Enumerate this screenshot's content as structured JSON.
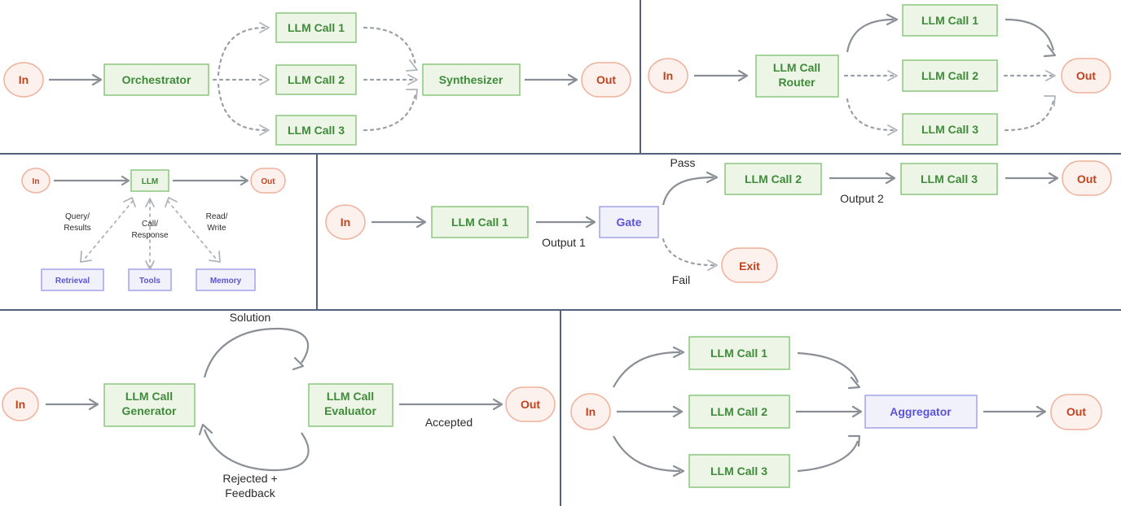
{
  "theme": {
    "panel_border": "#51627a",
    "green_fill": "#ecf5e6",
    "green_stroke": "#8cc77f",
    "green_text": "#3f8b3a",
    "purple_fill": "#f1f1fc",
    "purple_stroke": "#a3a3e8",
    "purple_text": "#5b53d6",
    "red_fill": "#fdf1ed",
    "red_stroke": "#f0b09a",
    "red_text": "#c0441f",
    "arrow_color": "#8a8f96",
    "label_text": "#2b2b2b"
  },
  "panels": {
    "orchestrator": {
      "nodes": {
        "in": "In",
        "orchestrator": "Orchestrator",
        "call1": "LLM Call 1",
        "call2": "LLM Call 2",
        "call3": "LLM Call 3",
        "synthesizer": "Synthesizer",
        "out": "Out"
      }
    },
    "router": {
      "nodes": {
        "in": "In",
        "router_line1": "LLM Call",
        "router_line2": "Router",
        "call1": "LLM Call 1",
        "call2": "LLM Call 2",
        "call3": "LLM Call 3",
        "out": "Out"
      }
    },
    "augmented": {
      "nodes": {
        "in": "In",
        "llm": "LLM",
        "out": "Out",
        "retrieval": "Retrieval",
        "tools": "Tools",
        "memory": "Memory"
      },
      "edge_labels": {
        "retrieval_line1": "Query/",
        "retrieval_line2": "Results",
        "tools_line1": "Call/",
        "tools_line2": "Response",
        "memory_line1": "Read/",
        "memory_line2": "Write"
      }
    },
    "gate": {
      "nodes": {
        "in": "In",
        "call1": "LLM Call 1",
        "gate": "Gate",
        "call2": "LLM Call 2",
        "call3": "LLM Call 3",
        "out": "Out",
        "exit": "Exit"
      },
      "edge_labels": {
        "output1": "Output 1",
        "output2": "Output 2",
        "pass": "Pass",
        "fail": "Fail"
      }
    },
    "evaluator": {
      "nodes": {
        "in": "In",
        "generator_line1": "LLM Call",
        "generator_line2": "Generator",
        "evaluator_line1": "LLM Call",
        "evaluator_line2": "Evaluator",
        "out": "Out"
      },
      "edge_labels": {
        "solution": "Solution",
        "rejected_line1": "Rejected +",
        "rejected_line2": "Feedback",
        "accepted": "Accepted"
      }
    },
    "parallel": {
      "nodes": {
        "in": "In",
        "call1": "LLM Call 1",
        "call2": "LLM Call 2",
        "call3": "LLM Call 3",
        "aggregator": "Aggregator",
        "out": "Out"
      }
    }
  }
}
